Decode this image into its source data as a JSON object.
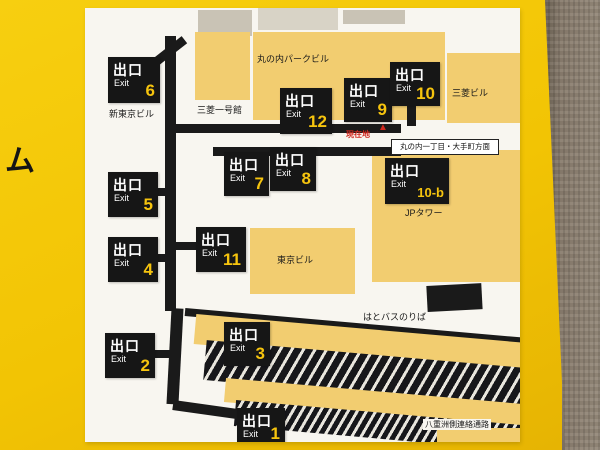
{
  "sign": {
    "side_text": "ム"
  },
  "map": {
    "exits": [
      {
        "jp": "出口",
        "en": "Exit",
        "num": "6"
      },
      {
        "jp": "出口",
        "en": "Exit",
        "num": "12"
      },
      {
        "jp": "出口",
        "en": "Exit",
        "num": "9"
      },
      {
        "jp": "出口",
        "en": "Exit",
        "num": "10"
      },
      {
        "jp": "出口",
        "en": "Exit",
        "num": "5"
      },
      {
        "jp": "出口",
        "en": "Exit",
        "num": "7"
      },
      {
        "jp": "出口",
        "en": "Exit",
        "num": "8"
      },
      {
        "jp": "出口",
        "en": "Exit",
        "num": "10-b"
      },
      {
        "jp": "出口",
        "en": "Exit",
        "num": "11"
      },
      {
        "jp": "出口",
        "en": "Exit",
        "num": "4"
      },
      {
        "jp": "出口",
        "en": "Exit",
        "num": "3"
      },
      {
        "jp": "出口",
        "en": "Exit",
        "num": "2"
      },
      {
        "jp": "出口",
        "en": "Exit",
        "num": "1"
      }
    ],
    "buildings": {
      "park": "丸の内パークビル",
      "mitsubishi": "三菱ビル",
      "shin_tokyo": "新東京ビル",
      "ichigokan": "三菱一号館",
      "jp_tower": "JPタワー",
      "tokyo_bldg": "東京ビル",
      "hato_bus": "はとバスのりば",
      "yaesu": "八重洲側連絡通路"
    },
    "markers": {
      "current_location": "現在地",
      "arrow": "▲",
      "direction": "丸の内一丁目・大手町方面"
    }
  },
  "colors": {
    "sign_yellow": "#f2c400",
    "building_yellow": "#f2cd70",
    "exit_black": "#161616",
    "exit_number_yellow": "#f6c40e",
    "marker_red": "#d0281e",
    "wall_brown": "#8e8274"
  }
}
